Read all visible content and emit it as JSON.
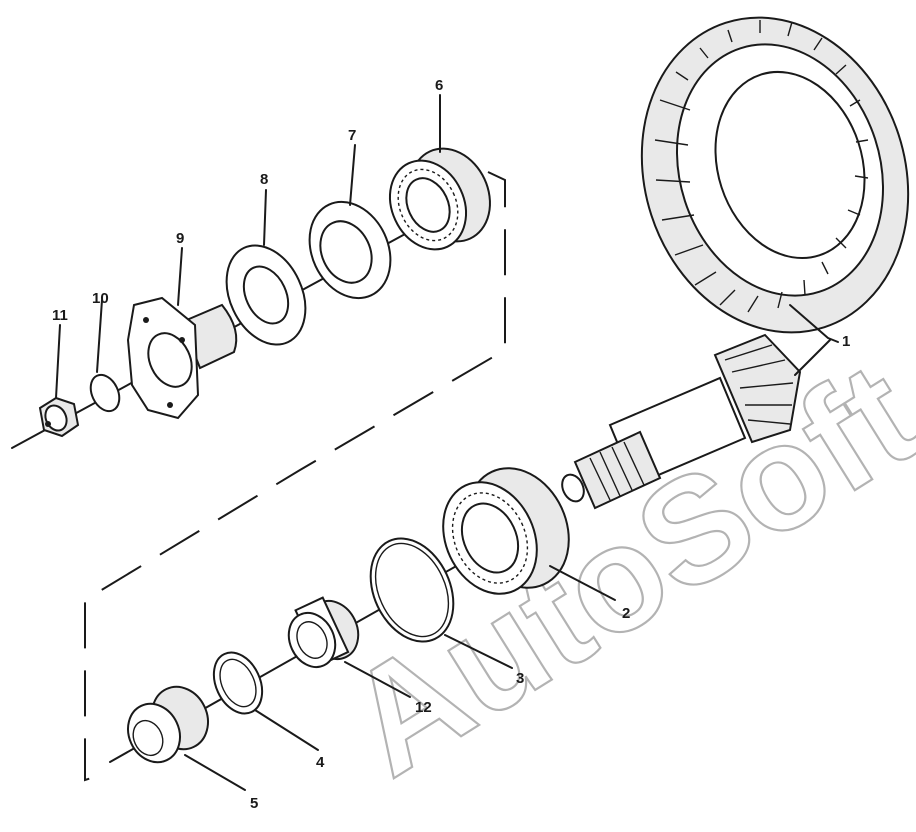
{
  "diagram": {
    "callouts": [
      "1",
      "2",
      "3",
      "4",
      "5",
      "6",
      "7",
      "8",
      "9",
      "10",
      "11",
      "12"
    ],
    "watermark": "AutoSoft"
  }
}
